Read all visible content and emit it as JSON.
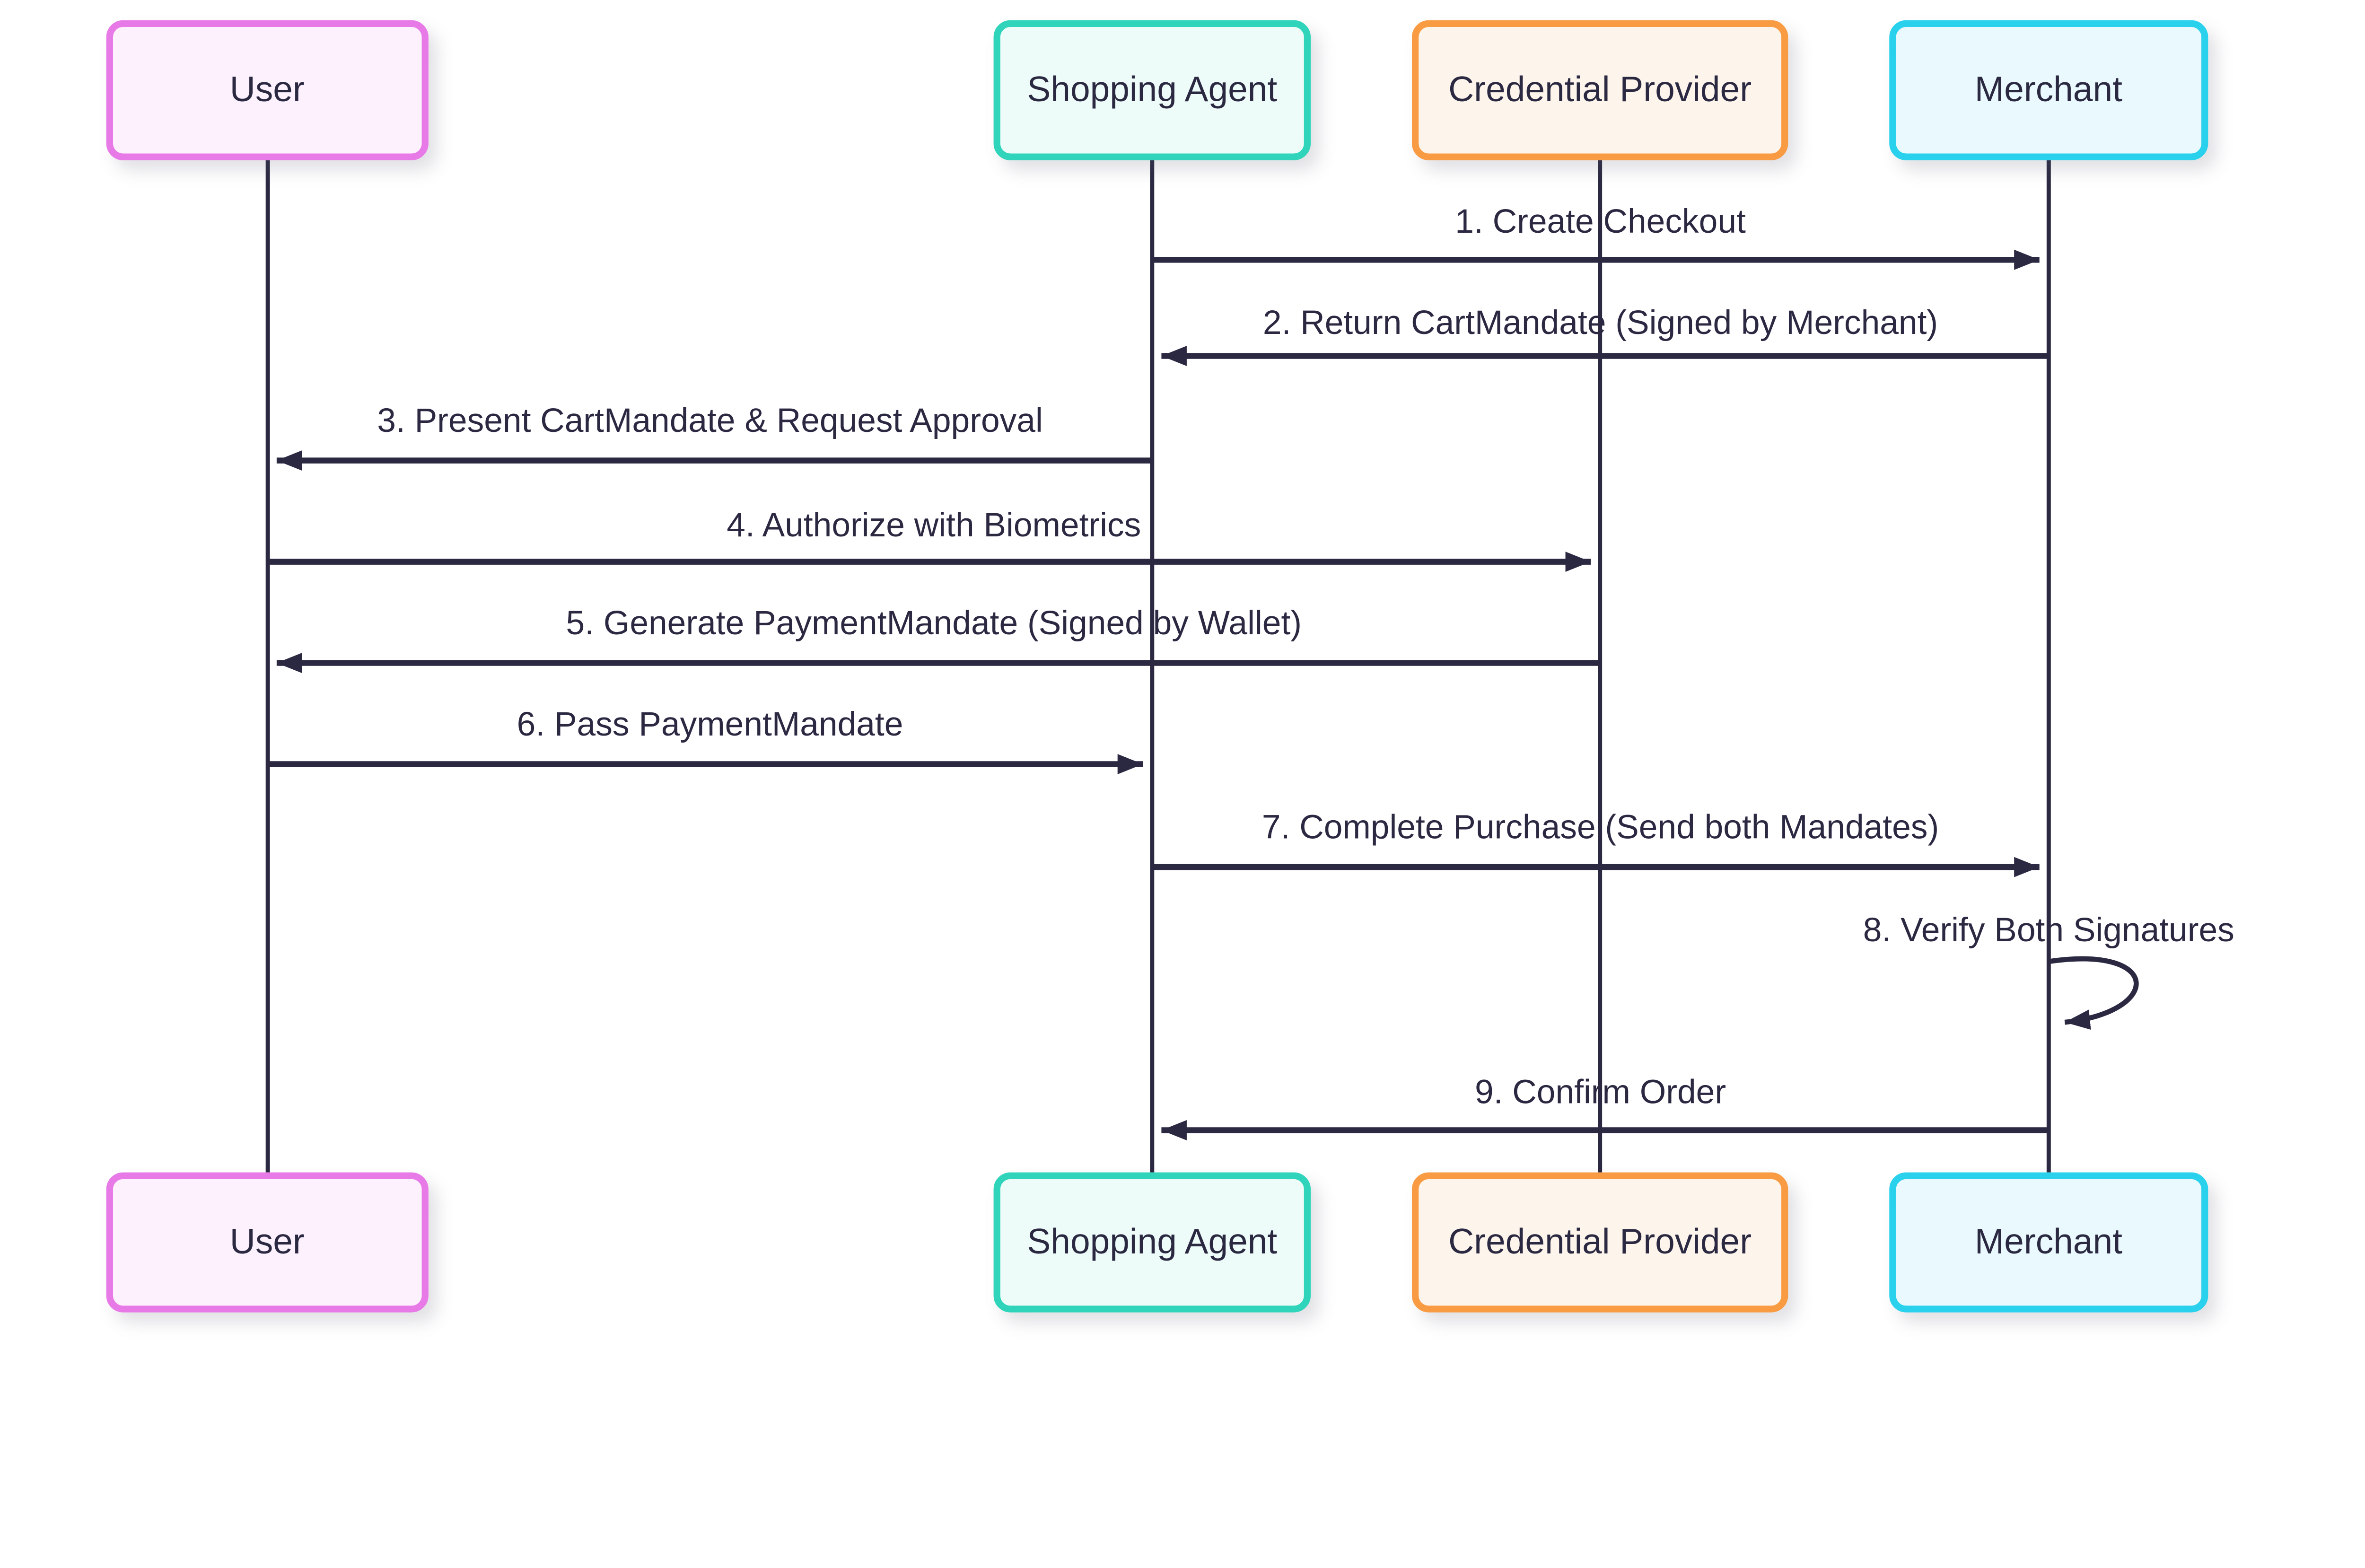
{
  "diagram_type": "sequence-diagram",
  "colors": {
    "ink": "#2b2942",
    "background": "#ffffff"
  },
  "actors": [
    {
      "name": "User",
      "border_color": "#e87ae8",
      "fill_color": "#fdf1fd"
    },
    {
      "name": "Shopping Agent",
      "border_color": "#2fd4bb",
      "fill_color": "#edfcf8"
    },
    {
      "name": "Credential Provider",
      "border_color": "#f89b43",
      "fill_color": "#fdf5ec"
    },
    {
      "name": "Merchant",
      "border_color": "#29d1ec",
      "fill_color": "#e9f9fd"
    }
  ],
  "messages": [
    {
      "label": "1. Create Checkout",
      "from": "Shopping Agent",
      "to": "Merchant",
      "direction": "right"
    },
    {
      "label": "2. Return CartMandate (Signed by Merchant)",
      "from": "Merchant",
      "to": "Shopping Agent",
      "direction": "left"
    },
    {
      "label": "3. Present CartMandate & Request Approval",
      "from": "Shopping Agent",
      "to": "User",
      "direction": "left"
    },
    {
      "label": "4. Authorize with Biometrics",
      "from": "User",
      "to": "Credential Provider",
      "direction": "right"
    },
    {
      "label": "5. Generate PaymentMandate (Signed by Wallet)",
      "from": "Credential Provider",
      "to": "User",
      "direction": "left"
    },
    {
      "label": "6. Pass PaymentMandate",
      "from": "User",
      "to": "Shopping Agent",
      "direction": "right"
    },
    {
      "label": "7. Complete Purchase (Send both Mandates)",
      "from": "Shopping Agent",
      "to": "Merchant",
      "direction": "right"
    },
    {
      "label": "8. Verify Both Signatures",
      "from": "Merchant",
      "to": "Merchant",
      "direction": "self"
    },
    {
      "label": "9. Confirm Order",
      "from": "Merchant",
      "to": "Shopping Agent",
      "direction": "left"
    }
  ]
}
